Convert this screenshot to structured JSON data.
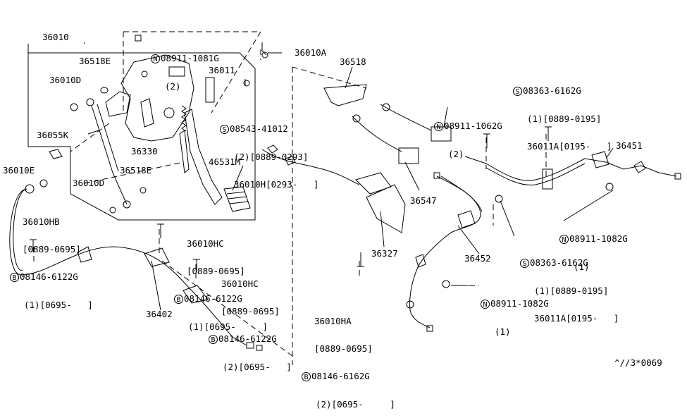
{
  "parts": {
    "p36010": "36010",
    "p36010A": "36010A",
    "p36518E_top": "36518E",
    "p36010D_top": "36010D",
    "p36011": "36011",
    "p36055K": "36055K",
    "p36010E": "36010E",
    "p36330": "36330",
    "p36518E_mid": "36518E",
    "p36010D_mid": "36010D",
    "p46531M": "46531M",
    "p36518": "36518",
    "p36547": "36547",
    "p36327": "36327",
    "p36451": "36451",
    "p36452": "36452",
    "p36402": "36402"
  },
  "notes": {
    "n1": {
      "symbol": "N",
      "line1": "08911-1081G",
      "line2": "(2)"
    },
    "n2": {
      "symbol": "S",
      "line1": "08543-41012",
      "line2": "(2)[0889-0293]",
      "line3": "36010H[0293-   ]"
    },
    "n3": {
      "symbol": "S",
      "line1": "08363-6162G",
      "line2": "(1)[0889-0195]",
      "line3": "36011A[0195-   ]"
    },
    "n4": {
      "symbol": "N",
      "line1": "08911-1062G",
      "line2": "(2)"
    },
    "n5": {
      "line1": "36010HB",
      "line2": "[0889-0695]",
      "symbol": "B",
      "line3": "08146-6122G",
      "line4": "(1)[0695-   ]"
    },
    "n6": {
      "line1": "36010HC",
      "line2": "[0889-0695]",
      "symbol": "B",
      "line3": "08146-6122G",
      "line4": "(1)[0695-     ]"
    },
    "n7": {
      "line1": "36010HC",
      "line2": "[0889-0695]",
      "symbol": "B",
      "line3": "08146-6122G",
      "line4": "(2)[0695-   ]"
    },
    "n8": {
      "line1": "36010HA",
      "line2": "[0889-0695]",
      "symbol": "B",
      "line3": "08146-6162G",
      "line4": "(2)[0695-     ]"
    },
    "n9": {
      "symbol": "N",
      "line1": "08911-1082G",
      "line2": "(1)"
    },
    "n10": {
      "symbol": "S",
      "line1": "08363-6162G",
      "line2": "(1)[0889-0195]",
      "line3": "36011A[0195-   ]"
    },
    "n11": {
      "symbol": "N",
      "line1": "08911-1082G",
      "line2": "(1)"
    }
  },
  "footer_code": "^//3*0069"
}
